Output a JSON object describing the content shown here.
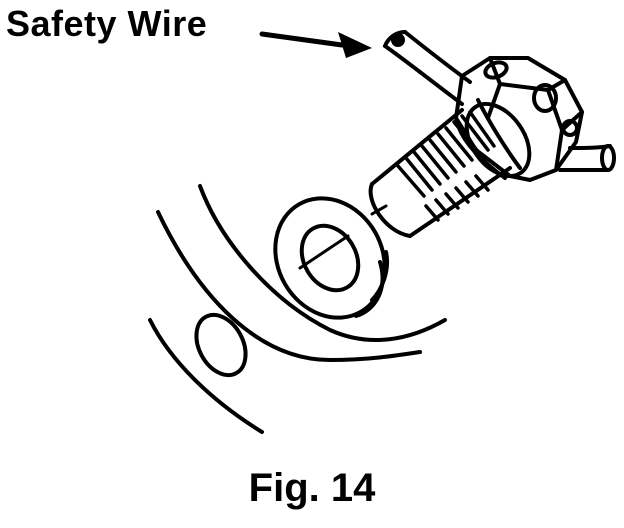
{
  "callout": {
    "label": "Safety Wire",
    "target": "safety-wire"
  },
  "caption": {
    "text": "Fig. 14"
  },
  "parts": {
    "wire": "safety-wire",
    "bolt": "drain-bolt",
    "washer": "sealing-washer",
    "housing": "engine-casing"
  },
  "colors": {
    "ink": "#000000",
    "paper": "#ffffff"
  }
}
